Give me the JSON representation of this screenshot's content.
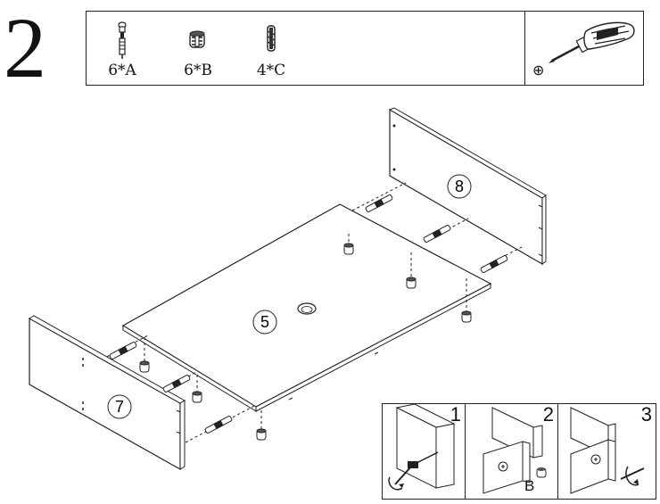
{
  "step": {
    "number": "2"
  },
  "parts": [
    {
      "icon": "dowel-pin-icon",
      "label": "6*A"
    },
    {
      "icon": "cam-lock-icon",
      "label": "6*B"
    },
    {
      "icon": "wooden-dowel-icon",
      "label": "4*C"
    }
  ],
  "tools": [
    {
      "icon": "phillips-screwdriver-icon",
      "symbol": "⊕"
    }
  ],
  "panels": [
    {
      "id": "panel-8",
      "label": "8"
    },
    {
      "id": "panel-5",
      "label": "5"
    },
    {
      "id": "panel-7",
      "label": "7"
    }
  ],
  "detail_steps": [
    {
      "number": "1"
    },
    {
      "number": "2",
      "part_label": "B"
    },
    {
      "number": "3"
    }
  ]
}
